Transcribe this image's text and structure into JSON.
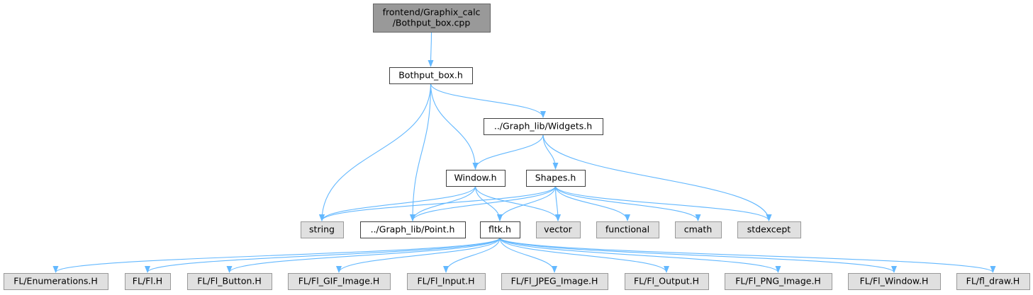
{
  "colors": {
    "root_fill": "#999999",
    "root_stroke": "#666666",
    "documented_fill": "#ffffff",
    "documented_stroke": "#404040",
    "system_fill": "#e0e0e0",
    "system_stroke": "#999999",
    "edge": "#63b8ff"
  },
  "nodes": [
    {
      "id": "root",
      "lines": [
        "frontend/Graphix_calc",
        "/Bothput_box.cpp"
      ],
      "kind": "root"
    },
    {
      "id": "bothput",
      "lines": [
        "Bothput_box.h"
      ],
      "kind": "documented"
    },
    {
      "id": "widgets",
      "lines": [
        "../Graph_lib/Widgets.h"
      ],
      "kind": "documented"
    },
    {
      "id": "window",
      "lines": [
        "Window.h"
      ],
      "kind": "documented"
    },
    {
      "id": "shapes",
      "lines": [
        "Shapes.h"
      ],
      "kind": "documented"
    },
    {
      "id": "string",
      "lines": [
        "string"
      ],
      "kind": "system"
    },
    {
      "id": "point",
      "lines": [
        "../Graph_lib/Point.h"
      ],
      "kind": "documented"
    },
    {
      "id": "fltk",
      "lines": [
        "fltk.h"
      ],
      "kind": "documented"
    },
    {
      "id": "vector",
      "lines": [
        "vector"
      ],
      "kind": "system"
    },
    {
      "id": "functional",
      "lines": [
        "functional"
      ],
      "kind": "system"
    },
    {
      "id": "cmath",
      "lines": [
        "cmath"
      ],
      "kind": "system"
    },
    {
      "id": "stdexcept",
      "lines": [
        "stdexcept"
      ],
      "kind": "system"
    },
    {
      "id": "enumerations",
      "lines": [
        "FL/Enumerations.H"
      ],
      "kind": "system"
    },
    {
      "id": "fl",
      "lines": [
        "FL/Fl.H"
      ],
      "kind": "system"
    },
    {
      "id": "flbutton",
      "lines": [
        "FL/Fl_Button.H"
      ],
      "kind": "system"
    },
    {
      "id": "flgif",
      "lines": [
        "FL/Fl_GIF_Image.H"
      ],
      "kind": "system"
    },
    {
      "id": "flinput",
      "lines": [
        "FL/Fl_Input.H"
      ],
      "kind": "system"
    },
    {
      "id": "fljpeg",
      "lines": [
        "FL/Fl_JPEG_Image.H"
      ],
      "kind": "system"
    },
    {
      "id": "floutput",
      "lines": [
        "FL/Fl_Output.H"
      ],
      "kind": "system"
    },
    {
      "id": "flpng",
      "lines": [
        "FL/Fl_PNG_Image.H"
      ],
      "kind": "system"
    },
    {
      "id": "flwindow",
      "lines": [
        "FL/Fl_Window.H"
      ],
      "kind": "system"
    },
    {
      "id": "fldraw",
      "lines": [
        "FL/fl_draw.H"
      ],
      "kind": "system"
    }
  ],
  "edges": [
    {
      "from": "root",
      "to": "bothput"
    },
    {
      "from": "bothput",
      "to": "string"
    },
    {
      "from": "bothput",
      "to": "point"
    },
    {
      "from": "bothput",
      "to": "window"
    },
    {
      "from": "bothput",
      "to": "widgets"
    },
    {
      "from": "widgets",
      "to": "window"
    },
    {
      "from": "widgets",
      "to": "shapes"
    },
    {
      "from": "widgets",
      "to": "stdexcept"
    },
    {
      "from": "window",
      "to": "string"
    },
    {
      "from": "window",
      "to": "point"
    },
    {
      "from": "window",
      "to": "fltk"
    },
    {
      "from": "window",
      "to": "vector"
    },
    {
      "from": "shapes",
      "to": "string"
    },
    {
      "from": "shapes",
      "to": "point"
    },
    {
      "from": "shapes",
      "to": "fltk"
    },
    {
      "from": "shapes",
      "to": "vector"
    },
    {
      "from": "shapes",
      "to": "functional"
    },
    {
      "from": "shapes",
      "to": "cmath"
    },
    {
      "from": "shapes",
      "to": "stdexcept"
    },
    {
      "from": "fltk",
      "to": "enumerations"
    },
    {
      "from": "fltk",
      "to": "fl"
    },
    {
      "from": "fltk",
      "to": "flbutton"
    },
    {
      "from": "fltk",
      "to": "flgif"
    },
    {
      "from": "fltk",
      "to": "flinput"
    },
    {
      "from": "fltk",
      "to": "fljpeg"
    },
    {
      "from": "fltk",
      "to": "floutput"
    },
    {
      "from": "fltk",
      "to": "flpng"
    },
    {
      "from": "fltk",
      "to": "flwindow"
    },
    {
      "from": "fltk",
      "to": "fldraw"
    }
  ]
}
